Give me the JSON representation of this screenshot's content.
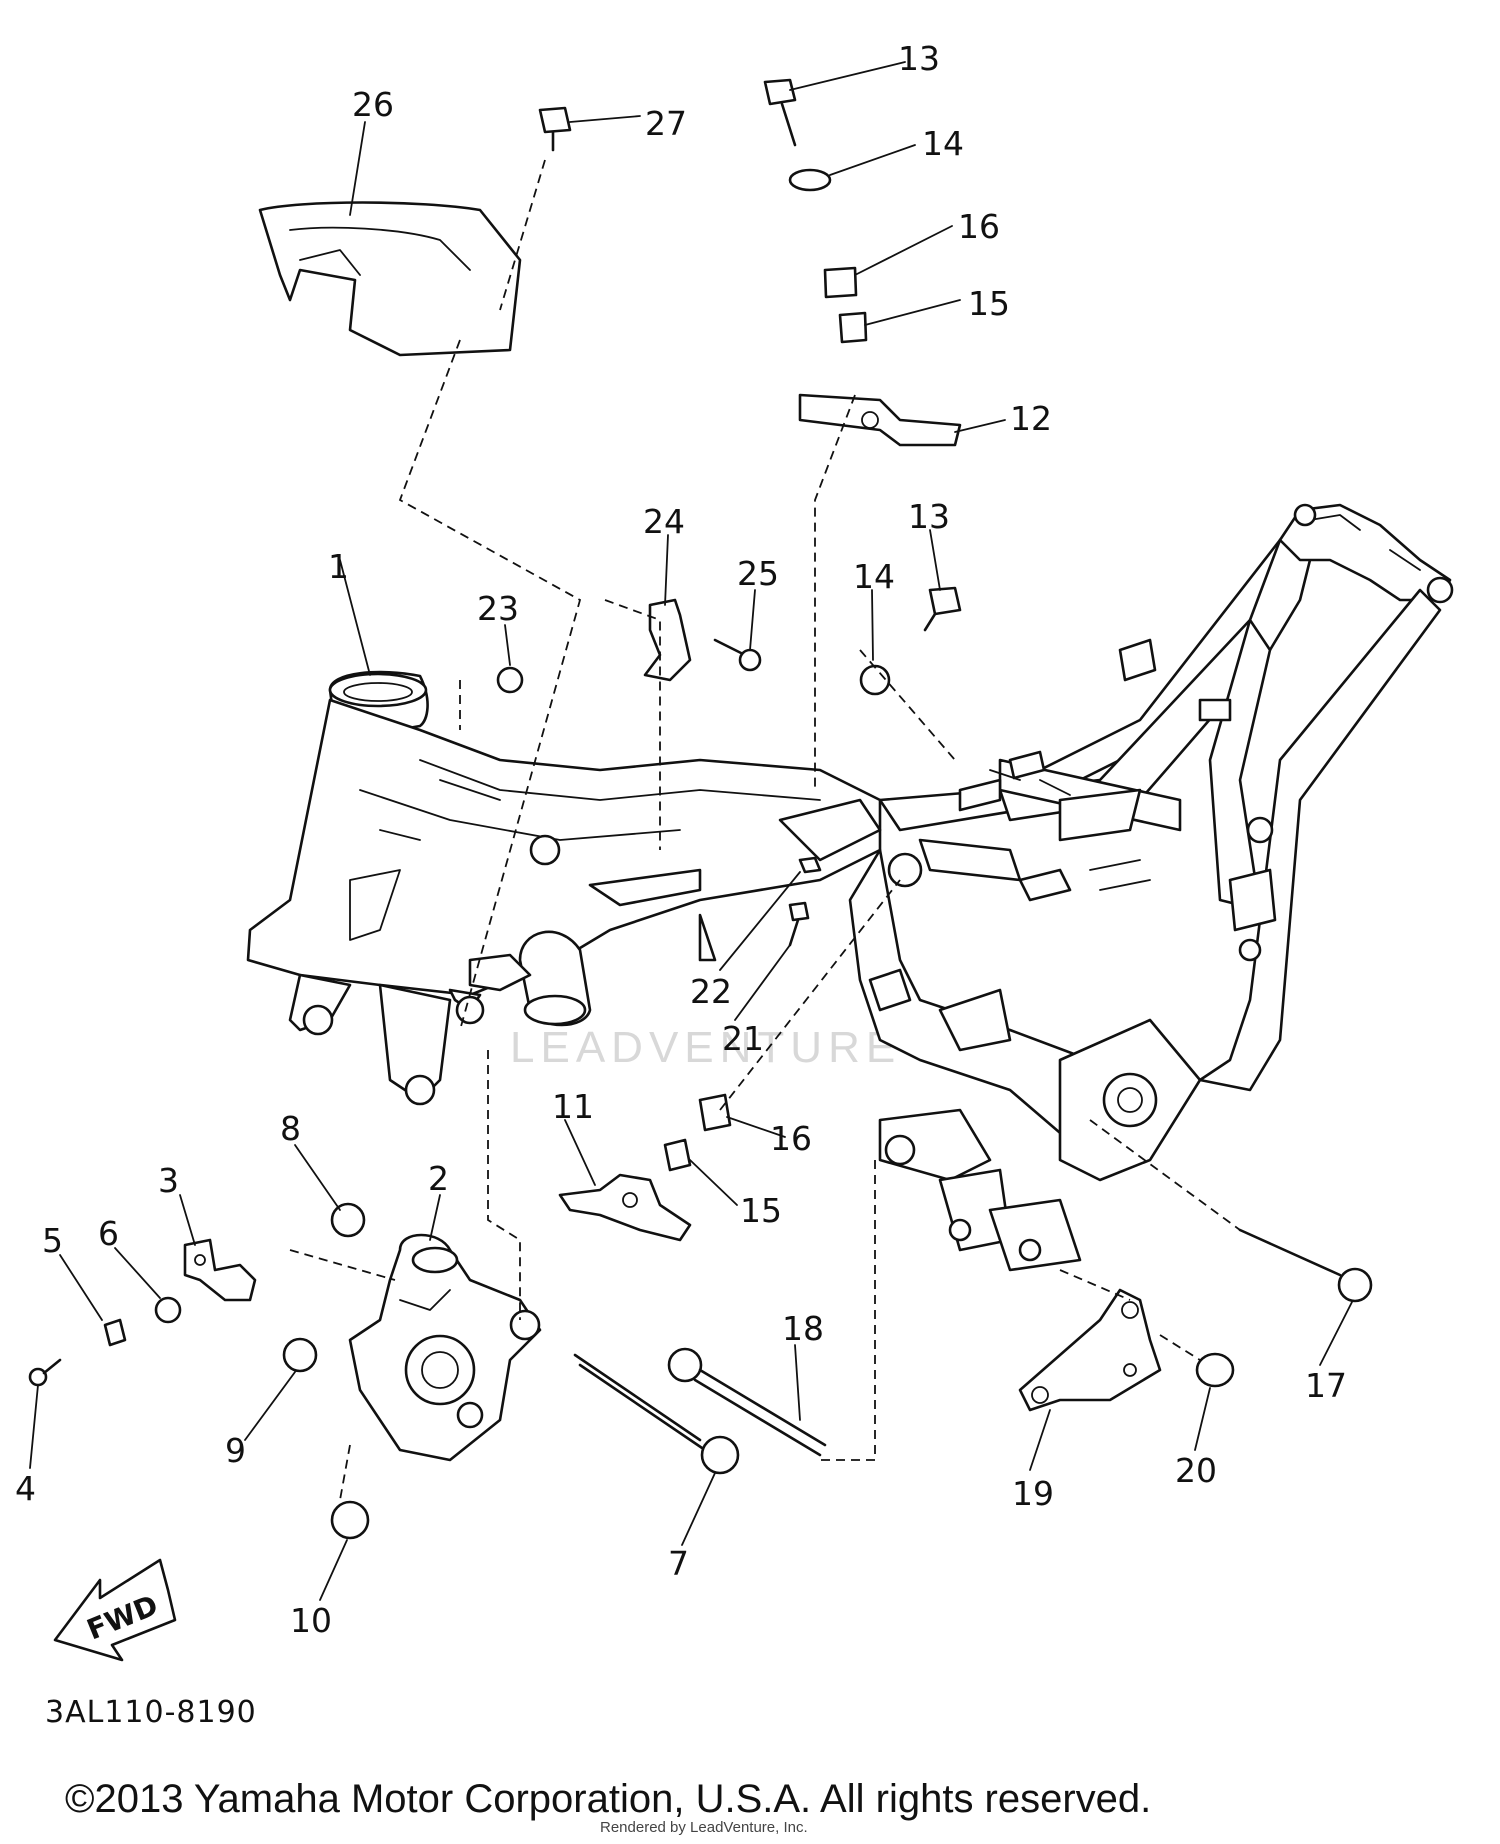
{
  "diagram": {
    "callouts": {
      "c1": "1",
      "c2": "2",
      "c3": "3",
      "c4": "4",
      "c5": "5",
      "c6": "6",
      "c7": "7",
      "c8": "8",
      "c9": "9",
      "c10": "10",
      "c11": "11",
      "c12": "12",
      "c13a": "13",
      "c13b": "13",
      "c14a": "14",
      "c14b": "14",
      "c15a": "15",
      "c15b": "15",
      "c16a": "16",
      "c16b": "16",
      "c17": "17",
      "c18": "18",
      "c19": "19",
      "c20": "20",
      "c21": "21",
      "c22": "22",
      "c23": "23",
      "c24": "24",
      "c25": "25",
      "c26": "26",
      "c27": "27"
    },
    "fwd_label": "FWD",
    "diagram_code": "3AL110-8190",
    "watermark": "LEADVENTURE"
  },
  "footer": {
    "copyright": "©2013 Yamaha Motor Corporation, U.S.A. All rights reserved.",
    "rendered_by": "Rendered by LeadVenture, Inc."
  }
}
